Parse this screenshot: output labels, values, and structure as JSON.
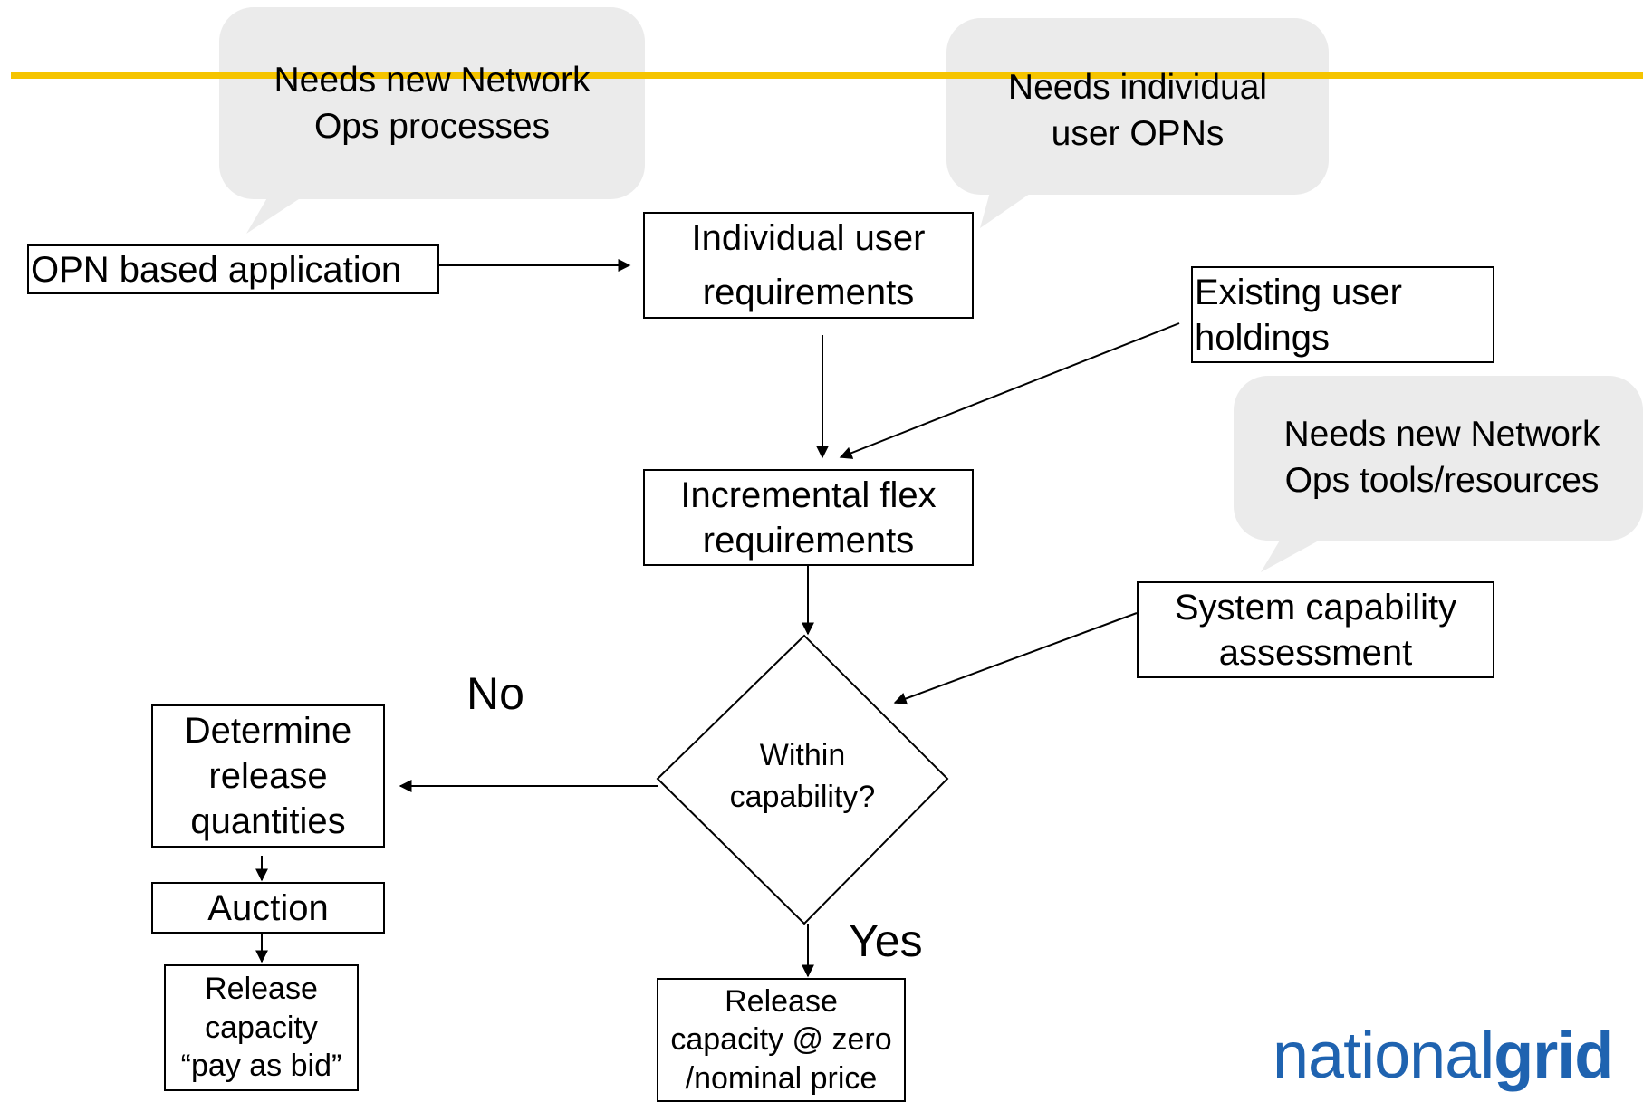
{
  "callouts": {
    "processes": "Needs new Network\nOps processes",
    "opns": "Needs individual\nuser OPNs",
    "tools": "Needs new Network\nOps tools/resources"
  },
  "boxes": {
    "opn_app": "OPN based application",
    "individual": "Individual user\nrequirements",
    "existing": "Existing user\nholdings",
    "incremental": "Incremental flex\nrequirements",
    "system": "System capability\nassessment",
    "determine": "Determine\nrelease\nquantities",
    "auction": "Auction",
    "release_bid": "Release\ncapacity\n“pay as bid”",
    "release_zero": "Release\ncapacity @ zero\n/nominal price"
  },
  "decision": {
    "question": "Within\ncapability?"
  },
  "labels": {
    "no": "No",
    "yes": "Yes"
  },
  "logo": {
    "light": "national",
    "bold": "grid"
  },
  "colors": {
    "rule": "#F5C400",
    "bubble": "#EBEBEB",
    "logo": "#1F63B0"
  }
}
